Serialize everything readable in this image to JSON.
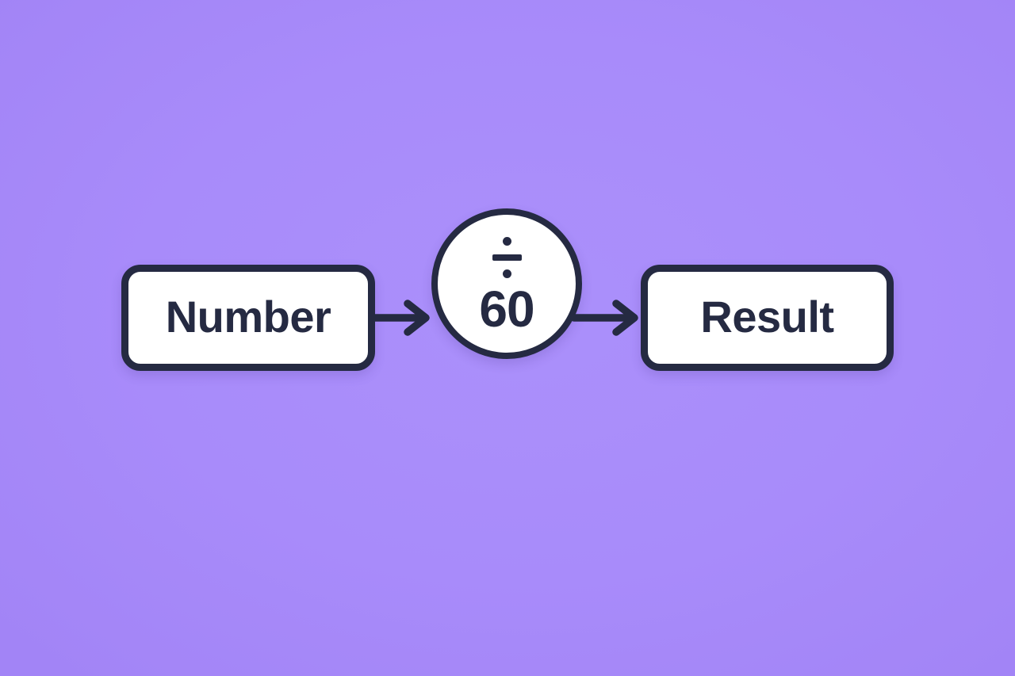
{
  "canvas": {
    "background_color": "#a88bfa",
    "ink_color": "#252a42",
    "node_fill_color": "#ffffff"
  },
  "icons": {
    "divide_icon": "÷",
    "arrow_right_icon": "→"
  },
  "diagram": {
    "nodes": [
      {
        "id": "input",
        "shape": "rounded-rect",
        "label": "Number"
      },
      {
        "id": "operator",
        "shape": "circle",
        "symbol": "÷",
        "value": "60"
      },
      {
        "id": "output",
        "shape": "rounded-rect",
        "label": "Result"
      }
    ]
  }
}
